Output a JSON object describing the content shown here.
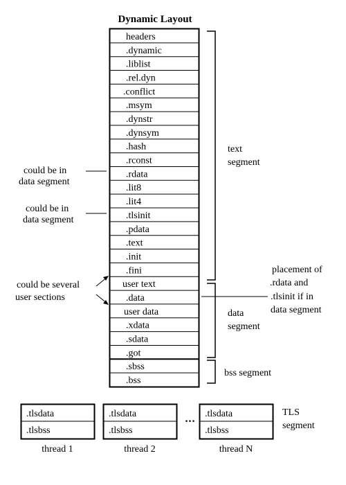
{
  "title": "Dynamic Layout",
  "sections": [
    "headers",
    ".dynamic",
    ".liblist",
    ".rel.dyn",
    ".conflict",
    ".msym",
    ".dynstr",
    ".dynsym",
    ".hash",
    ".rconst",
    ".rdata",
    ".lit8",
    ".lit4",
    ".tlsinit",
    ".pdata",
    ".text",
    ".init",
    ".fini",
    "user text",
    ".data",
    "user data",
    ".xdata",
    ".sdata",
    ".got",
    ".sbss",
    ".bss"
  ],
  "segments": {
    "text": [
      "text",
      "segment"
    ],
    "data": [
      "data",
      "segment"
    ],
    "bss": "bss segment",
    "tls": [
      "TLS",
      "segment"
    ]
  },
  "annotations": {
    "rdata_note": [
      "could be in",
      "data segment"
    ],
    "tlsinit_note": [
      "could be in",
      "data segment"
    ],
    "user_sections_note": [
      "could be several",
      "user sections"
    ],
    "placement_note": [
      "placement of",
      ".rdata and",
      ".tlsinit if in",
      "data segment"
    ]
  },
  "threads": [
    {
      "label": "thread 1",
      "rows": [
        ".tlsdata",
        ".tlsbss"
      ]
    },
    {
      "label": "thread 2",
      "rows": [
        ".tlsdata",
        ".tlsbss"
      ]
    },
    {
      "label": "thread N",
      "rows": [
        ".tlsdata",
        ".tlsbss"
      ]
    }
  ],
  "ellipsis": "..."
}
